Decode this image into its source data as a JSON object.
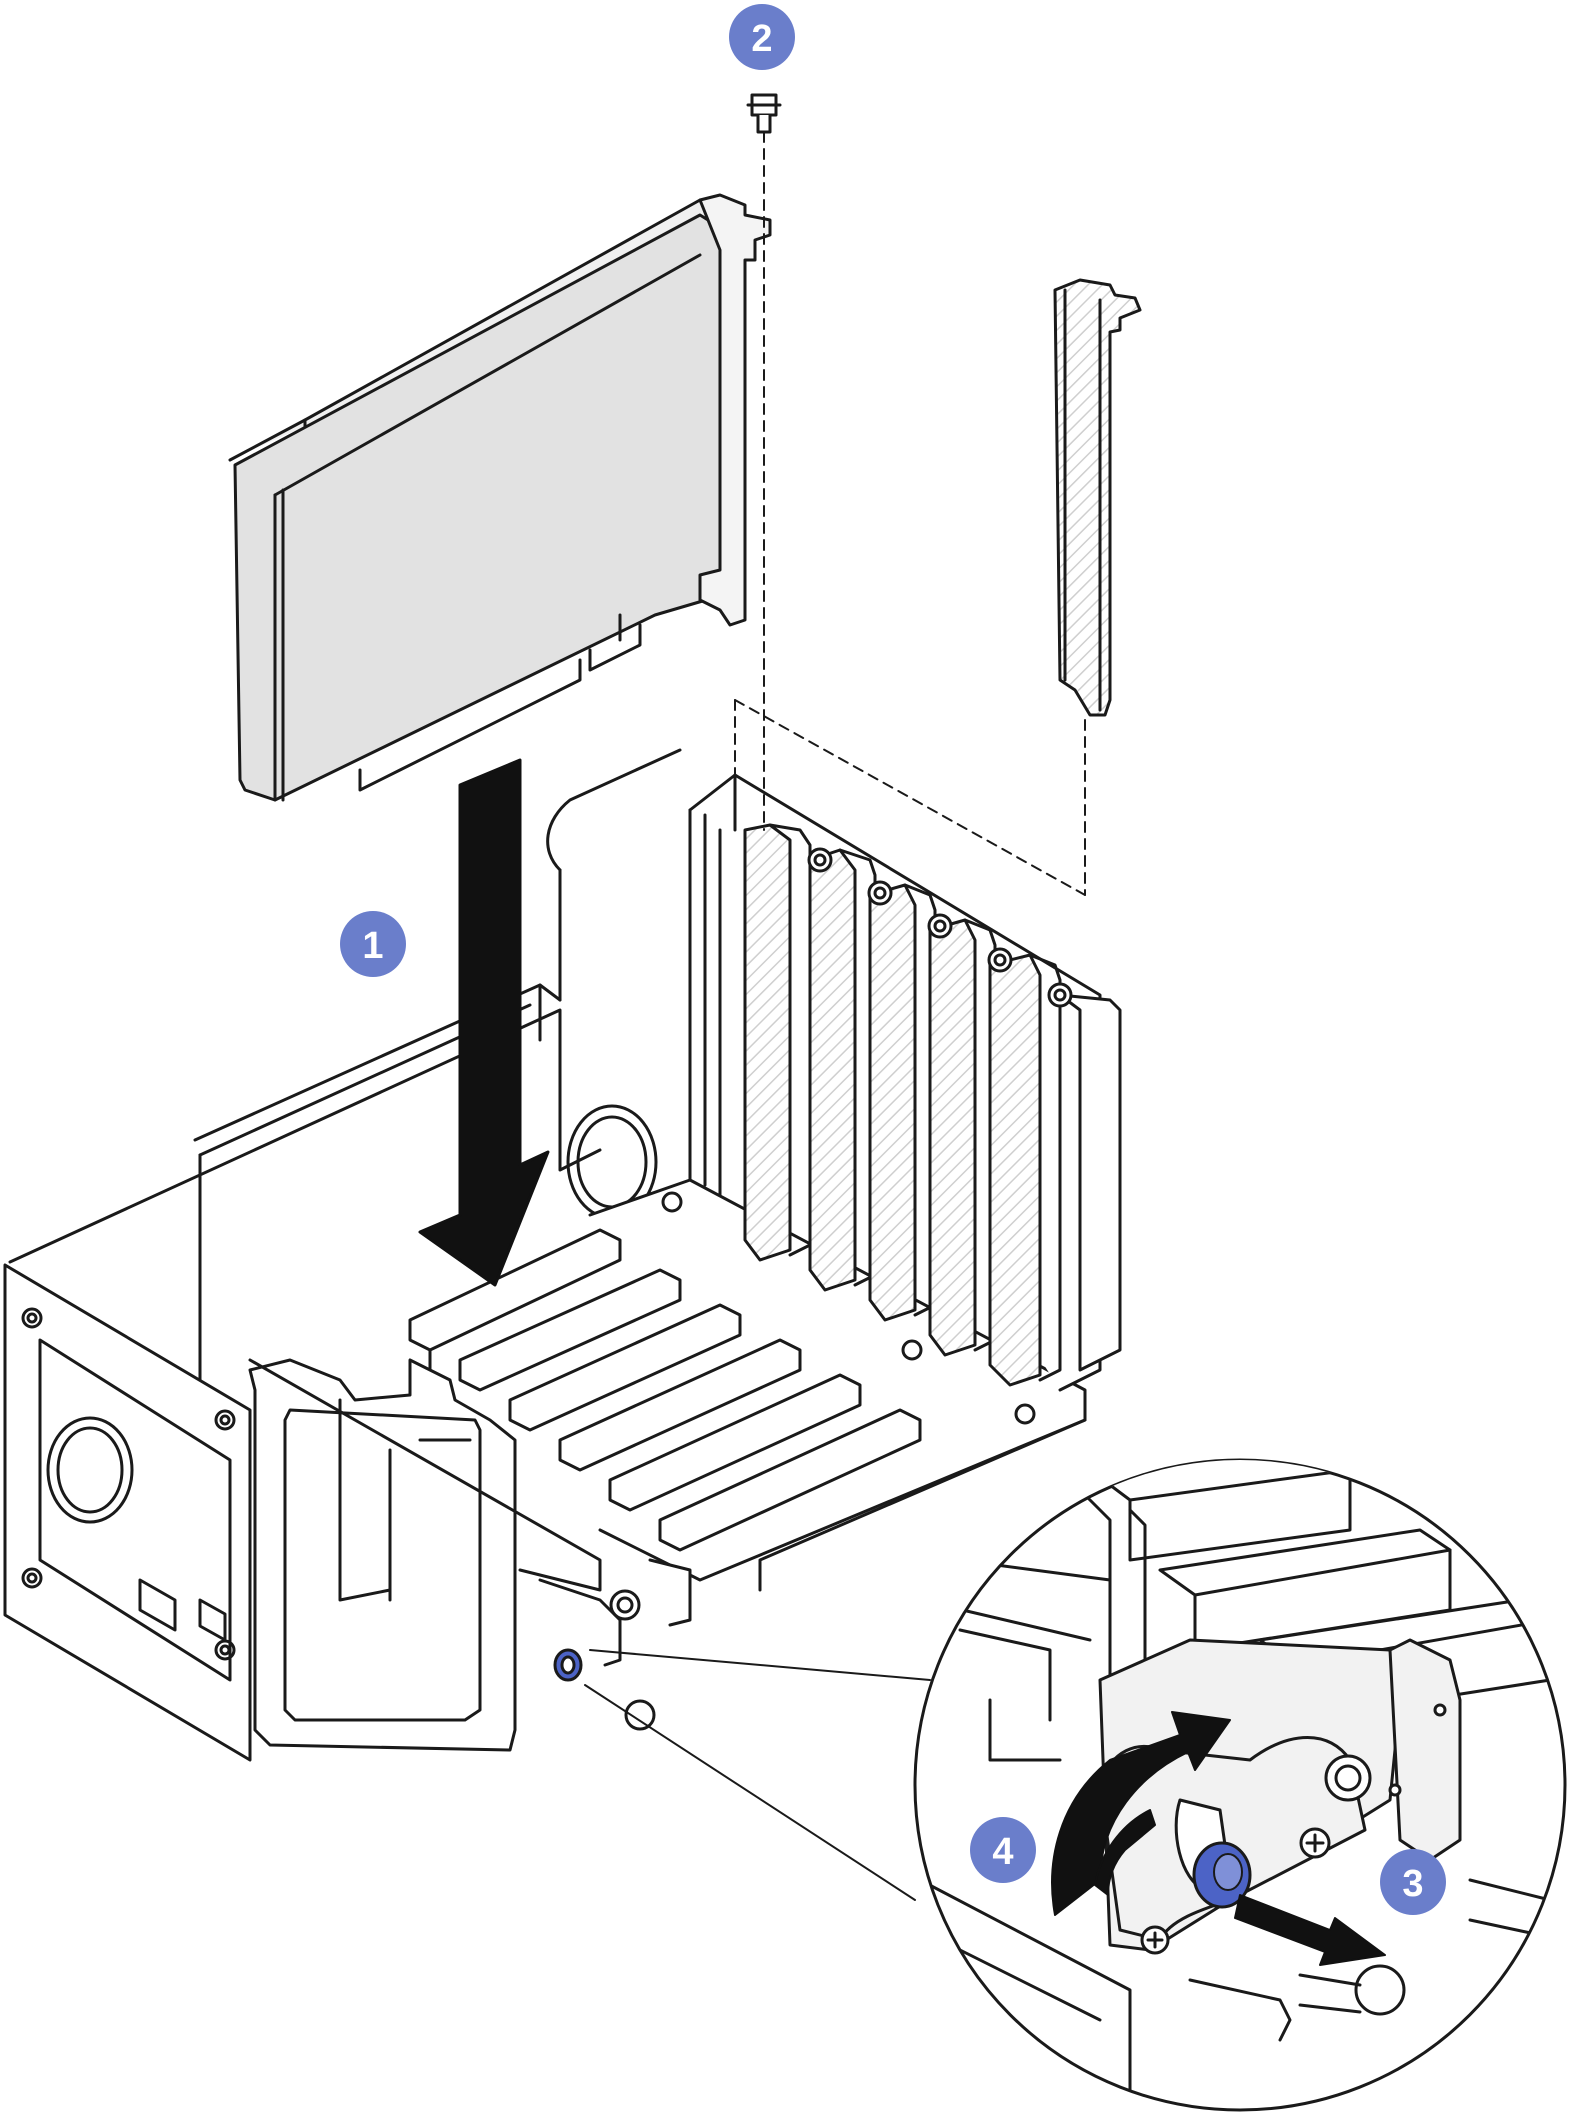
{
  "callouts": [
    {
      "id": "step-1",
      "label": "1"
    },
    {
      "id": "step-2",
      "label": "2"
    },
    {
      "id": "step-3",
      "label": "3"
    },
    {
      "id": "step-4",
      "label": "4"
    }
  ],
  "colors": {
    "callout_fill": "#6a7ecb",
    "line": "#1a1a1a",
    "card_fill": "#e2e2e2",
    "bracket_fill": "#f4f4f4",
    "metal_fill": "#f2f2f2",
    "highlight_blue": "#4c63c6",
    "arrow_fill": "#111111"
  }
}
